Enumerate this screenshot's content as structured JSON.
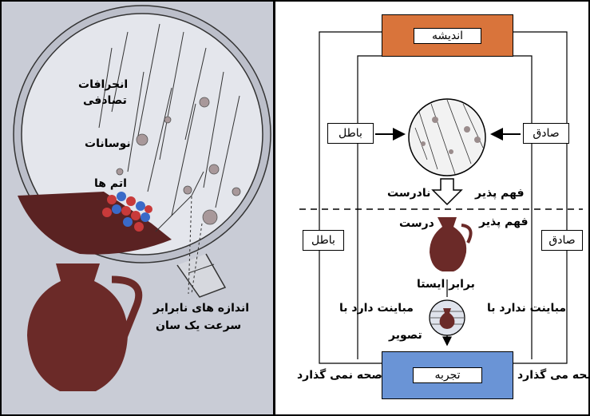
{
  "left_panel": {
    "labels": {
      "random_deviations_1": "انحرافات",
      "random_deviations_2": "تصادفی",
      "fluctuations": "نوسانات",
      "atoms": "اتم ها",
      "unequal_sizes": "اندازه های نابرابر",
      "same_speed": "سرعت یک سان"
    }
  },
  "right_panel": {
    "top_box": "اندیشه",
    "bottom_box": "تجربه",
    "false_box_upper": "باطل",
    "true_box_upper": "صادق",
    "false_box_lower": "باطل",
    "true_box_lower": "صادق",
    "understandable_1": "فهم پذیر",
    "incorrect": "نادرست",
    "understandable_2": "فهم پذیر",
    "correct": "درست",
    "static_equal": "برابر ایستا",
    "has_difference_with": "مباینت دارد با",
    "no_difference_with": "مباینت ندارد با",
    "image": "تصویر",
    "validates": "صحه می گذارد",
    "not_validates": "صحه نمی گذارد"
  },
  "colors": {
    "left_bg": "#c9ccd6",
    "thought_box": "#d9743b",
    "experience_box": "#6a94d6",
    "jug": "#6b2a28"
  }
}
